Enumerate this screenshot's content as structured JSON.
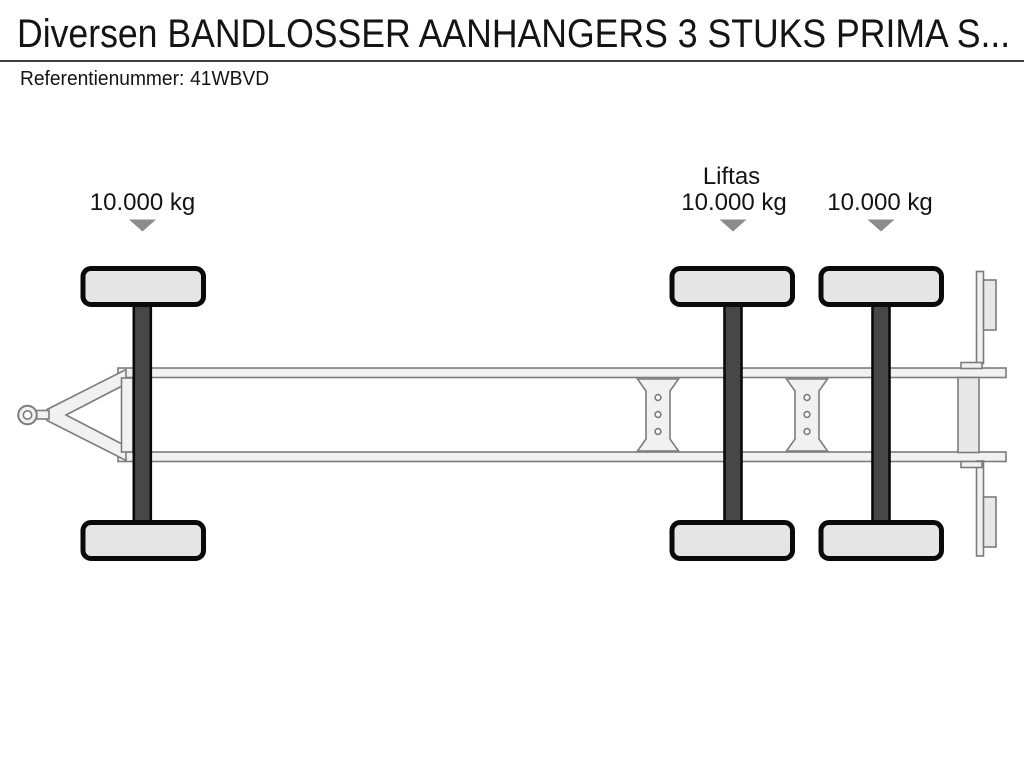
{
  "header": {
    "title": "Diversen BANDLOSSER AANHANGERS 3 STUKS PRIMA S...",
    "reference_label": "Referentienummer:",
    "reference_value": "41WBVD"
  },
  "diagram": {
    "axle_labels": [
      {
        "name": "",
        "weight": "10.000 kg"
      },
      {
        "name": "Liftas",
        "weight": "10.000 kg"
      },
      {
        "name": "",
        "weight": "10.000 kg"
      }
    ],
    "colors": {
      "wheel_fill": "#e5e5e5",
      "wheel_border": "#0a0a0a",
      "axle_fill": "#474747",
      "frame_fill": "#f1f1f1",
      "frame_stroke": "#7c7c7c",
      "marker_fill": "#8c8c8c"
    }
  }
}
